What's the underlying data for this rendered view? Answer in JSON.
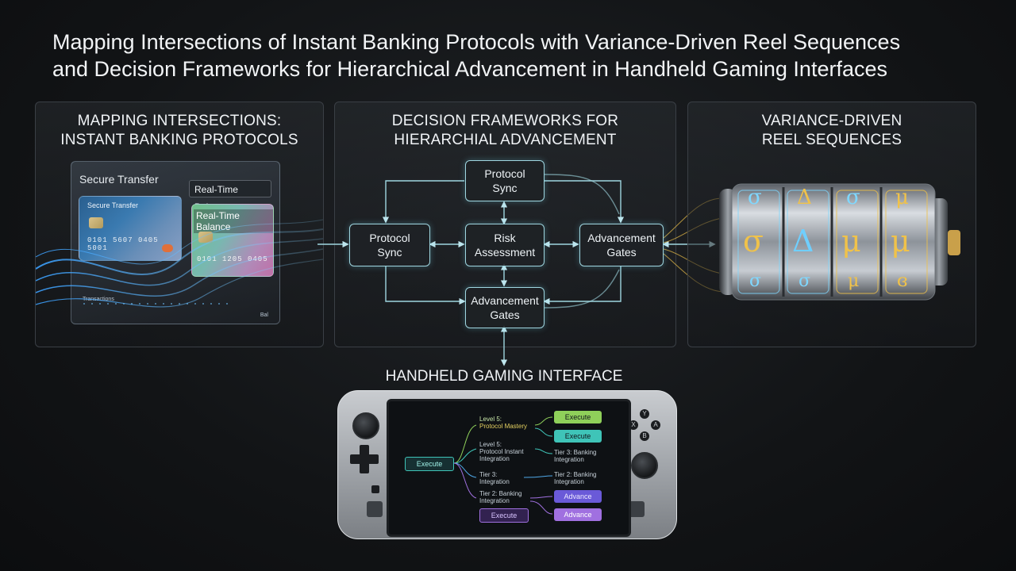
{
  "title": {
    "line1": "Mapping Intersections of Instant Banking Protocols with Variance-Driven Reel Sequences",
    "line2": "and Decision Frameworks for Hierarchical Advancement in Handheld Gaming Interfaces"
  },
  "panels": {
    "banking": {
      "title_line1": "MAPPING INTERSECTIONS:",
      "title_line2": "INSTANT BANKING PROTOCOLS",
      "glass_label": "Secure Transfer",
      "card1_label": "Secure Transfer",
      "card1_number": "0101 5607 0405 5001",
      "balance_label": "Real-Time Balance",
      "card2_label": "Real-Time Balance",
      "card2_number": "0101 1205 0405",
      "small_text_1": "Transactions",
      "small_text_2": "Bal"
    },
    "decision": {
      "title_line1": "DECISION FRAMEWORKS FOR",
      "title_line2": "HIERARCHIAL ADVANCEMENT",
      "nodes": {
        "top": [
          "Protocol",
          "Sync"
        ],
        "left": [
          "Protocol",
          "Sync"
        ],
        "center": [
          "Risk",
          "Assessment"
        ],
        "right": [
          "Advancement",
          "Gates"
        ],
        "bottom": [
          "Advancement",
          "Gates"
        ]
      }
    },
    "reels": {
      "title_line1": "VARIANCE-DRIVEN",
      "title_line2": "REEL SEQUENCES",
      "symbols_top": [
        "σ",
        "Δ",
        "σ",
        "μ"
      ],
      "symbols_mid": [
        "σ",
        "Δ",
        "μ",
        "μ"
      ],
      "symbols_bot": [
        "σ",
        "σ",
        "μ",
        "ɞ"
      ]
    }
  },
  "handheld": {
    "title": "HANDHELD GAMING INTERFACE",
    "root_button": "Execute",
    "levels": [
      {
        "line1": "Level 5:",
        "line2": "Protocol Mastery"
      },
      {
        "line1": "Level 5:",
        "line2": "Protocol Instant Integration"
      },
      {
        "line1": "Tier 3:",
        "line2": "Integration"
      },
      {
        "line1": "Tier 2: Banking",
        "line2": "Integration"
      }
    ],
    "right_items": [
      {
        "line1": "Tier 3: Banking",
        "line2": "Integration"
      },
      {
        "line1": "Tier 2: Banking",
        "line2": "Integration"
      }
    ],
    "buttons": {
      "execute_1": "Execute",
      "execute_2": "Execute",
      "advance_1": "Advance",
      "execute_bottom": "Execute",
      "advance_2": "Advance"
    },
    "face_buttons": [
      "X",
      "Y",
      "A",
      "B"
    ]
  },
  "colors": {
    "accent_cyan": "#9fd6e0",
    "accent_gold": "#f0c24a",
    "execute_green": "#8fd05a",
    "execute_teal": "#3fc4b8",
    "advance_violet": "#a070e0"
  }
}
